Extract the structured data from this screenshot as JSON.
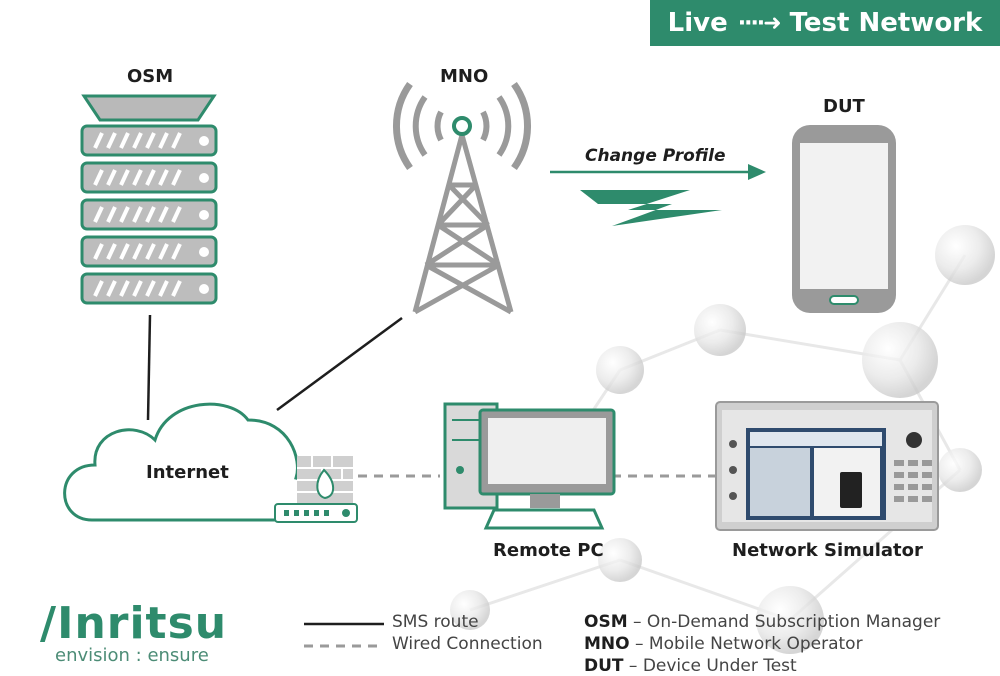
{
  "banner": {
    "left": "Live",
    "arrow": "····➜",
    "right": "Test Network"
  },
  "nodes": {
    "osm": "OSM",
    "mno": "MNO",
    "dut": "DUT",
    "internet": "Internet",
    "remote_pc": "Remote PC",
    "network_simulator": "Network Simulator"
  },
  "link_label": "Change Profile",
  "legend": {
    "sms_route": "SMS route",
    "wired_connection": "Wired Connection"
  },
  "abbreviations": [
    {
      "abbr": "OSM",
      "desc": " – On-Demand Subscription Manager"
    },
    {
      "abbr": "MNO",
      "desc": " – Mobile Network Operator"
    },
    {
      "abbr": "DUT",
      "desc": " – Device Under Test"
    }
  ],
  "brand": {
    "name": "/Inritsu",
    "tagline": "envision : ensure"
  },
  "colors": {
    "accent": "#2e8b6c",
    "gray": "#9a9a9a",
    "line": "#1e1e1e"
  }
}
